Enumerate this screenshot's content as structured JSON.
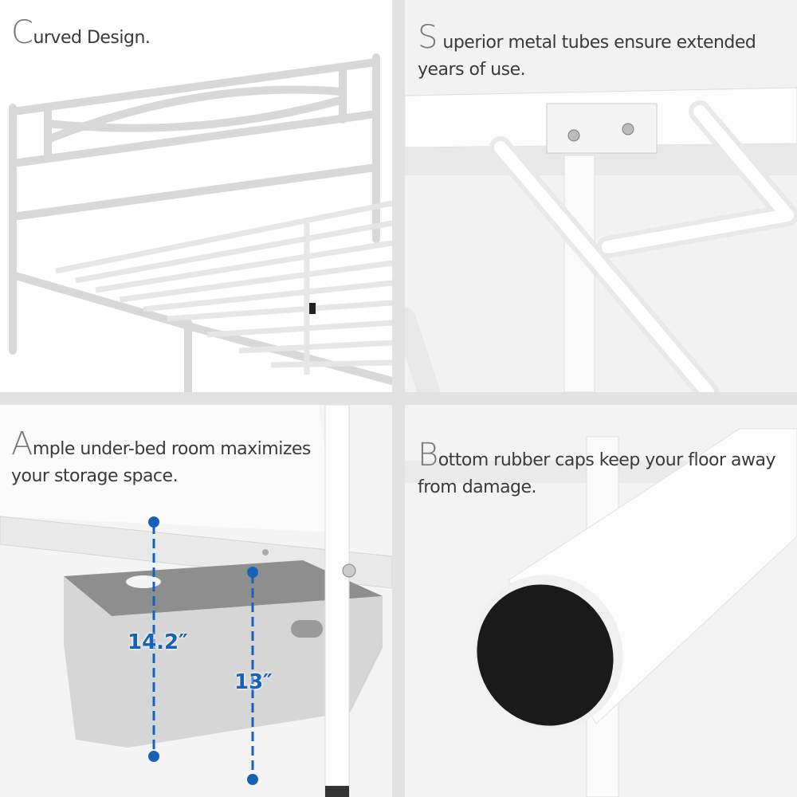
{
  "panels": [
    {
      "initial": "C",
      "text": "urved Design."
    },
    {
      "initial": "S",
      "text": " uperior metal tubes ensure extended years of use."
    },
    {
      "initial": "A",
      "text": "mple under-bed room maximizes your storage space."
    },
    {
      "initial": "B",
      "text": "ottom rubber caps keep your floor away from damage."
    }
  ],
  "dimensions": {
    "bed_height": "14.2″",
    "clearance": "13″"
  },
  "colors": {
    "accent": "#1761b8",
    "frame": "#ffffff",
    "divider": "#e2e2e2",
    "cap": "#1a1a1a"
  }
}
